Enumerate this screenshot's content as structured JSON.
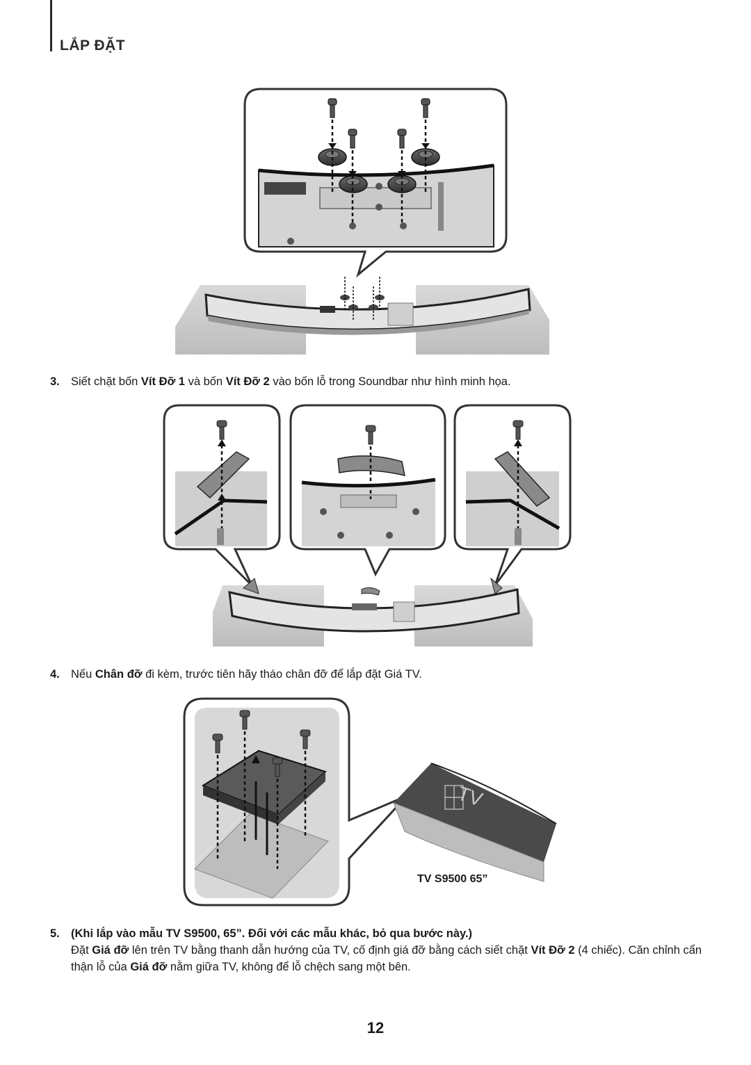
{
  "header": {
    "section_title": "LẮP ĐẶT"
  },
  "steps": [
    {
      "number": "3.",
      "parts": [
        "Siết chặt bốn ",
        "Vít Đỡ 1",
        " và bốn ",
        "Vít Đỡ 2",
        " vào bốn lỗ trong Soundbar như hình minh họa."
      ]
    },
    {
      "number": "4.",
      "parts": [
        "Nếu ",
        "Chân đỡ",
        " đi kèm, trước tiên hãy tháo chân đỡ để lắp đặt Giá TV."
      ]
    },
    {
      "number": "5.",
      "heading": "(Khi lắp vào mẫu TV S9500, 65”. Đối với các mẫu khác, bỏ qua bước này.)",
      "parts": [
        "Đặt ",
        "Giá đỡ",
        " lên trên TV bằng thanh dẫn hướng của TV, cố định giá đỡ bằng cách siết chặt ",
        "Vít Đỡ 2",
        " (4 chiếc). Căn chỉnh cẩn thận lỗ của ",
        "Giá đỡ",
        " nằm giữa TV, không để lỗ chệch sang một bên."
      ]
    }
  ],
  "figure_captions": {
    "tv_model": "TV S9500 65”",
    "tv_logo": "TV"
  },
  "footer": {
    "page_number": "12"
  }
}
